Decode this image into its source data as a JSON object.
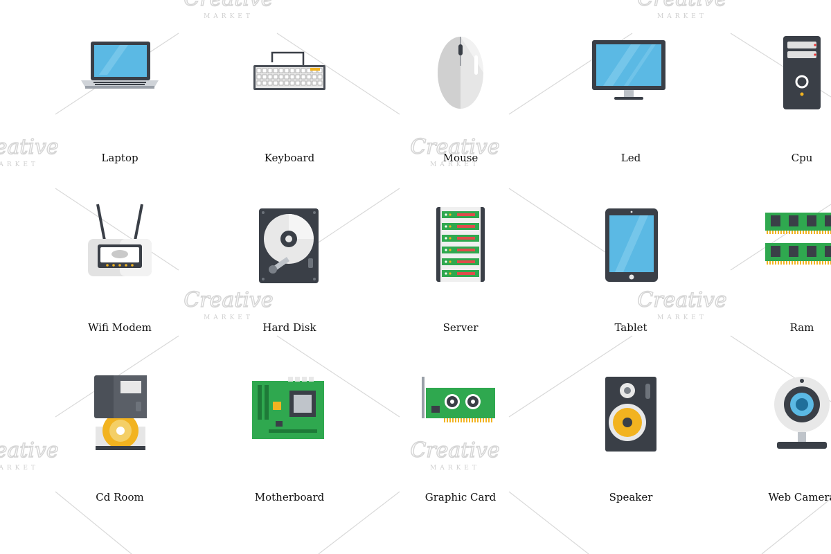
{
  "icons": [
    {
      "label": "Laptop",
      "icon": "laptop-icon"
    },
    {
      "label": "Keyboard",
      "icon": "keyboard-icon"
    },
    {
      "label": "Mouse",
      "icon": "mouse-icon"
    },
    {
      "label": "Led",
      "icon": "led-monitor-icon"
    },
    {
      "label": "Cpu",
      "icon": "cpu-tower-icon"
    },
    {
      "label": "Wifi Modem",
      "icon": "wifi-modem-icon"
    },
    {
      "label": "Hard Disk",
      "icon": "hard-disk-icon"
    },
    {
      "label": "Server",
      "icon": "server-icon"
    },
    {
      "label": "Tablet",
      "icon": "tablet-icon"
    },
    {
      "label": "Ram",
      "icon": "ram-icon"
    },
    {
      "label": "Cd Room",
      "icon": "cd-rom-icon"
    },
    {
      "label": "Motherboard",
      "icon": "motherboard-icon"
    },
    {
      "label": "Graphic Card",
      "icon": "graphic-card-icon"
    },
    {
      "label": "Speaker",
      "icon": "speaker-icon"
    },
    {
      "label": "Web Camera",
      "icon": "web-camera-icon"
    }
  ],
  "watermark": {
    "brand": "Creative",
    "sub": "MARKET"
  },
  "colors": {
    "screen_blue": "#5bb9e4",
    "dark": "#3a3f47",
    "green_pcb": "#2fa84f",
    "yellow": "#f2b320",
    "grey_light": "#e6e6e6"
  }
}
